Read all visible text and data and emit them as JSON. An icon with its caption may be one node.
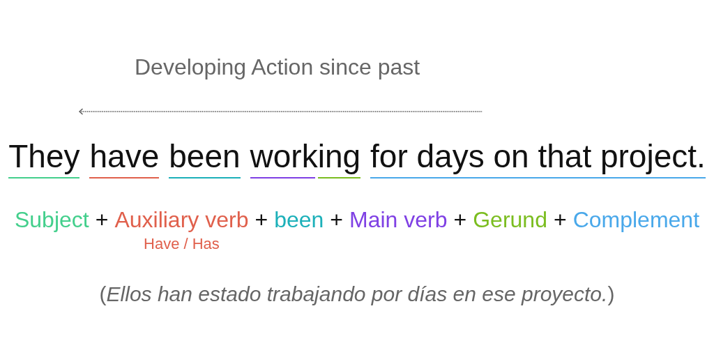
{
  "diagram": {
    "title": "Developing Action since past",
    "labels": [
      "They",
      "have",
      "been",
      "work",
      "ing",
      "for days on that project.",
      "Subject",
      "+",
      "Auxiliary verb",
      "+",
      "been",
      "+",
      "Main verb",
      "+",
      "Gerund",
      "+",
      "Complement",
      "Have / Has",
      "(*Ellos han estado trabajando por días en ese proyecto.*)"
    ]
  }
}
